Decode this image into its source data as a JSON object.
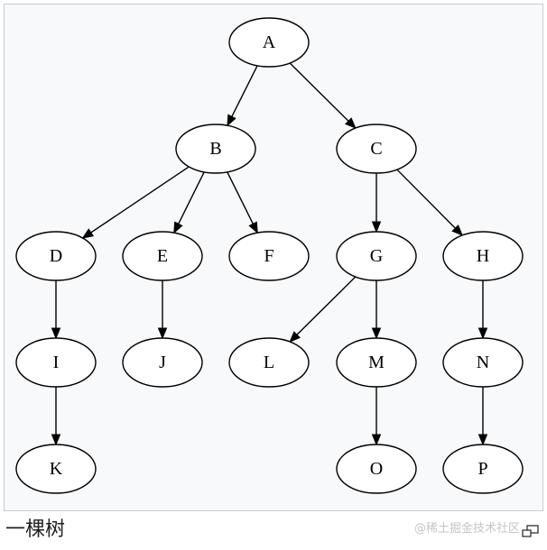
{
  "caption": "一棵树",
  "watermark": "@稀土掘金技术社区",
  "icons": {
    "enlarge": "magnify-icon"
  },
  "tree": {
    "nodes": [
      {
        "id": "A"
      },
      {
        "id": "B"
      },
      {
        "id": "C"
      },
      {
        "id": "D"
      },
      {
        "id": "E"
      },
      {
        "id": "F"
      },
      {
        "id": "G"
      },
      {
        "id": "H"
      },
      {
        "id": "I"
      },
      {
        "id": "J"
      },
      {
        "id": "L"
      },
      {
        "id": "M"
      },
      {
        "id": "N"
      },
      {
        "id": "K"
      },
      {
        "id": "O"
      },
      {
        "id": "P"
      }
    ],
    "edges": [
      {
        "from": "A",
        "to": "B"
      },
      {
        "from": "A",
        "to": "C"
      },
      {
        "from": "B",
        "to": "D"
      },
      {
        "from": "B",
        "to": "E"
      },
      {
        "from": "B",
        "to": "F"
      },
      {
        "from": "C",
        "to": "G"
      },
      {
        "from": "C",
        "to": "H"
      },
      {
        "from": "D",
        "to": "I"
      },
      {
        "from": "E",
        "to": "J"
      },
      {
        "from": "G",
        "to": "L"
      },
      {
        "from": "G",
        "to": "M"
      },
      {
        "from": "H",
        "to": "N"
      },
      {
        "from": "I",
        "to": "K"
      },
      {
        "from": "M",
        "to": "O"
      },
      {
        "from": "N",
        "to": "P"
      }
    ]
  }
}
